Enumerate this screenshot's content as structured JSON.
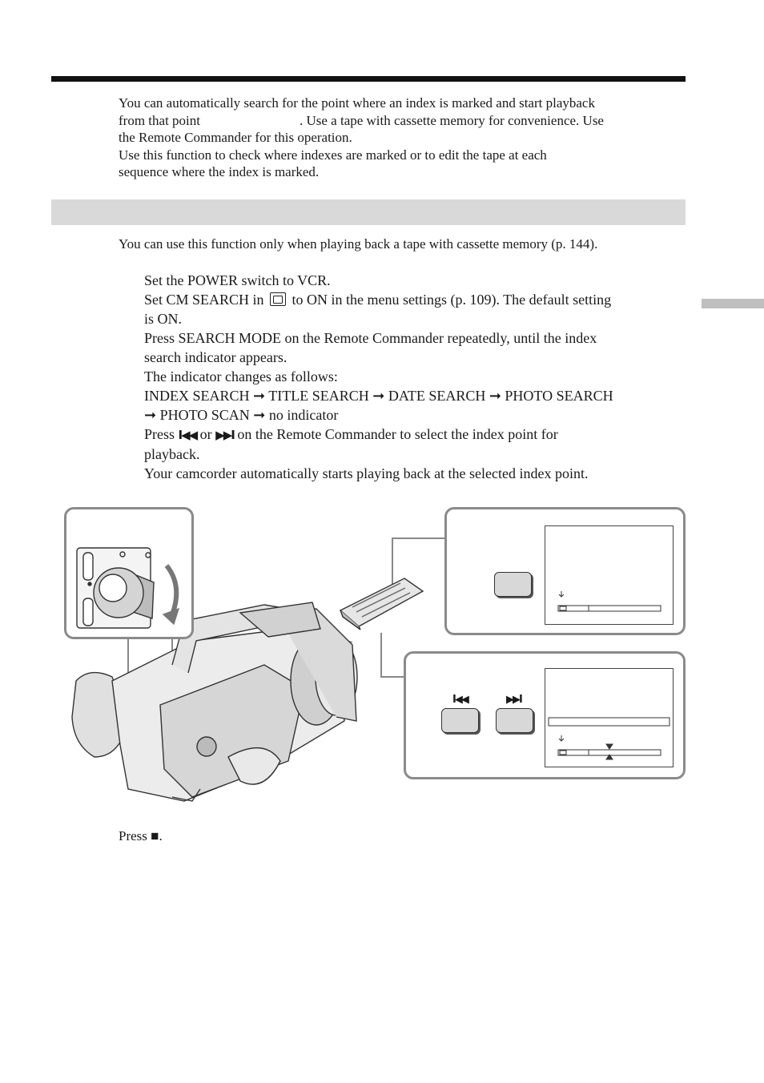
{
  "intro": {
    "line1": "You can automatically search for the point where an index is marked and start playback",
    "line2a": "from that point",
    "line2b": ". Use a tape with cassette memory for convenience. Use",
    "line3": "the Remote Commander for this operation.",
    "line4": "Use this function to check where indexes are marked or to edit the tape at each",
    "line5": "sequence where the index is marked."
  },
  "note": "You can use this function only when playing back a tape with cassette memory (p. 144).",
  "steps": {
    "s1": "Set the POWER switch to VCR.",
    "s2a": "Set CM SEARCH in",
    "s2b": "to ON in the menu settings (p. 109). The default setting",
    "s2c": "is ON.",
    "s3a": "Press SEARCH MODE on the Remote Commander repeatedly, until the index",
    "s3b": "search indicator appears.",
    "s3c": "The indicator changes as follows:",
    "s3d": "INDEX SEARCH ➞ TITLE SEARCH ➞ DATE SEARCH ➞ PHOTO SEARCH",
    "s3e": "➞ PHOTO SCAN ➞ no indicator",
    "s4a": "Press",
    "s4b": "or",
    "s4c": "on the Remote Commander to select the index point for",
    "s4d": "playback.",
    "s4e": "Your camcorder automatically starts playing back at the selected index point.",
    "prev_glyph": "I◀◀",
    "next_glyph": "▶▶I"
  },
  "stop": {
    "text": "Press",
    "glyph": "■",
    "period": "."
  },
  "icons": {
    "cassette_memory": "cassette-memory-icon",
    "prev": "previous-index-icon",
    "next": "next-index-icon",
    "stop": "stop-icon"
  }
}
